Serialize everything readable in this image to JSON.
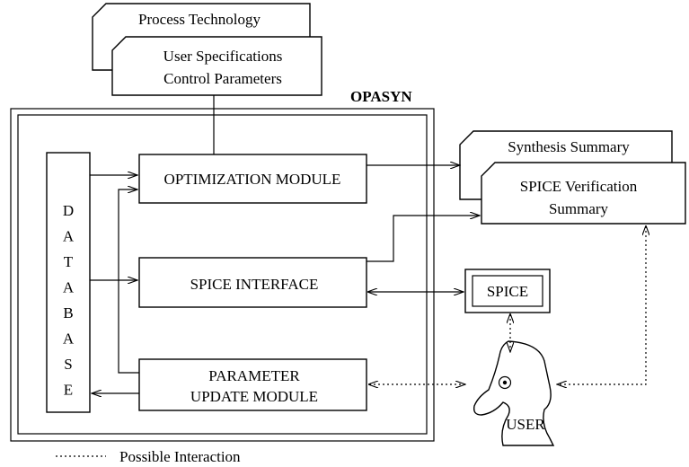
{
  "diagram": {
    "title": "OPASYN",
    "inputs": {
      "process_technology": "Process Technology",
      "user_spec_line1": "User Specifications",
      "user_spec_line2": "Control Parameters"
    },
    "database_letters": [
      "D",
      "A",
      "T",
      "A",
      "B",
      "A",
      "S",
      "E"
    ],
    "modules": {
      "optimization": "OPTIMIZATION MODULE",
      "spice_interface": "SPICE INTERFACE",
      "param_line1": "PARAMETER",
      "param_line2": "UPDATE MODULE"
    },
    "outputs": {
      "synthesis_summary": "Synthesis Summary",
      "spice_verif_line1": "SPICE Verification",
      "spice_verif_line2": "Summary"
    },
    "spice": "SPICE",
    "user": "USER",
    "legend": "Possible Interaction"
  }
}
